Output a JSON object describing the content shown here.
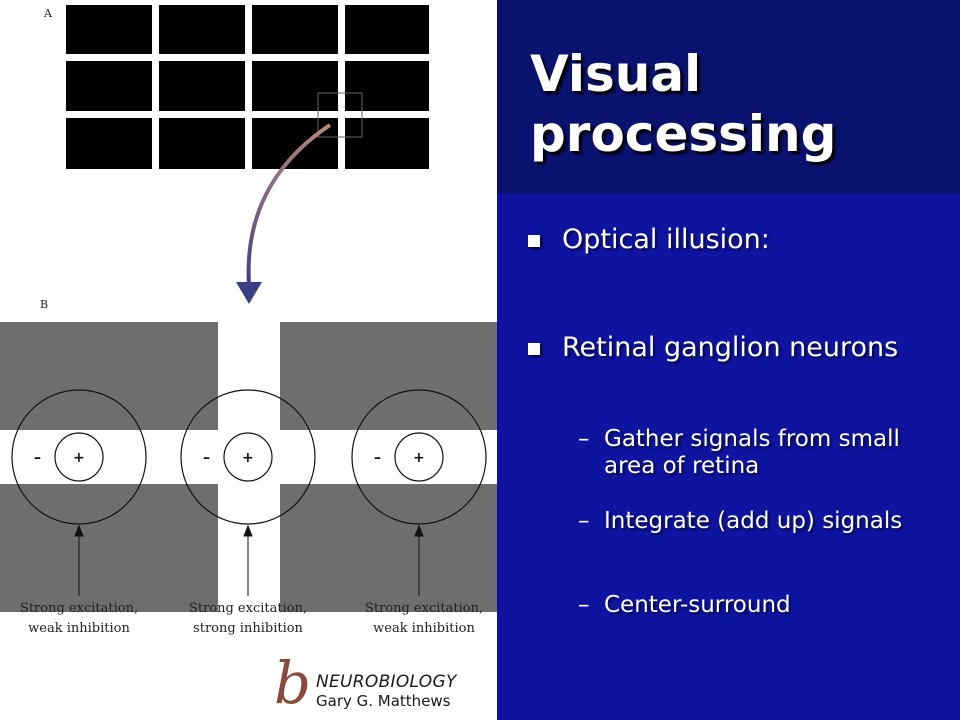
{
  "slide": {
    "title": "Visual processing",
    "bullets": [
      {
        "text": "Optical illusion:"
      },
      {
        "text": "Retinal ganglion neurons"
      }
    ],
    "sub_bullets": [
      {
        "dash": "–",
        "text": "Gather signals from small area of retina"
      },
      {
        "dash": "–",
        "text": "Integrate (add up) signals"
      },
      {
        "dash": "–",
        "text": "Center-surround"
      }
    ]
  },
  "figure": {
    "panel_a_label": "A",
    "panel_b_label": "B",
    "receptive_fields": [
      {
        "surround_sign": "–",
        "center_sign": "+",
        "caption_line1": "Strong excitation,",
        "caption_line2": "weak inhibition"
      },
      {
        "surround_sign": "–",
        "center_sign": "+",
        "caption_line1": "Strong excitation,",
        "caption_line2": "strong inhibition"
      },
      {
        "surround_sign": "–",
        "center_sign": "+",
        "caption_line1": "Strong excitation,",
        "caption_line2": "weak inhibition"
      }
    ]
  },
  "credit": {
    "mark": "b",
    "title": "NEUROBIOLOGY",
    "author": "Gary G. Matthews"
  },
  "colors": {
    "title_band": "#0a1270",
    "content_band": "#0e14a0",
    "grid_block": "#000000",
    "grey_block": "#6e6e6e",
    "arrow": "#3b3f86"
  }
}
